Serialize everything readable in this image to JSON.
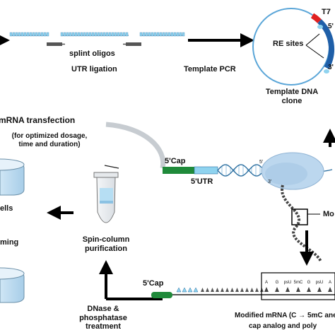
{
  "labels": {
    "splint_oligos": "splint oligos",
    "utr_ligation": "UTR ligation",
    "template_pcr": "Template PCR",
    "t7": "T7",
    "re_sites": "RE sites",
    "five_prime": "5'",
    "three_prime": "3'",
    "template_dna_line1": "Template DNA",
    "template_dna_line2": "clone",
    "mrna_transfection": "mRNA transfection",
    "transfection_note_line1": "(for optimized dosage,",
    "transfection_note_line2": "time and duration)",
    "cells": "ells",
    "reprogramming": "ming",
    "cap_top": "5'Cap",
    "utr_top": "5'UTR",
    "spin_line1": "Spin-column",
    "spin_line2": "purification",
    "cap_bottom": "5'Cap",
    "dnase_line1": "DNase &",
    "dnase_line2": "phosphatase",
    "dnase_line3": "treatment",
    "modified_line1": "Modified mRNA (C → 5mC ane",
    "modified_line2": "cap analog and poly",
    "mo": "Mo",
    "polymerase_five": "5'",
    "polymerase_three": "3'"
  },
  "nucleotides": [
    "A",
    "G",
    "psU",
    "5mC",
    "G",
    "psU",
    "A"
  ],
  "colors": {
    "blue_light": "#8fd3ef",
    "blue_mid": "#3f8fd0",
    "blue_dark": "#1f5fa8",
    "cap_green": "#1f8a3a",
    "oligo_gray": "#555555",
    "red": "#e02020"
  }
}
